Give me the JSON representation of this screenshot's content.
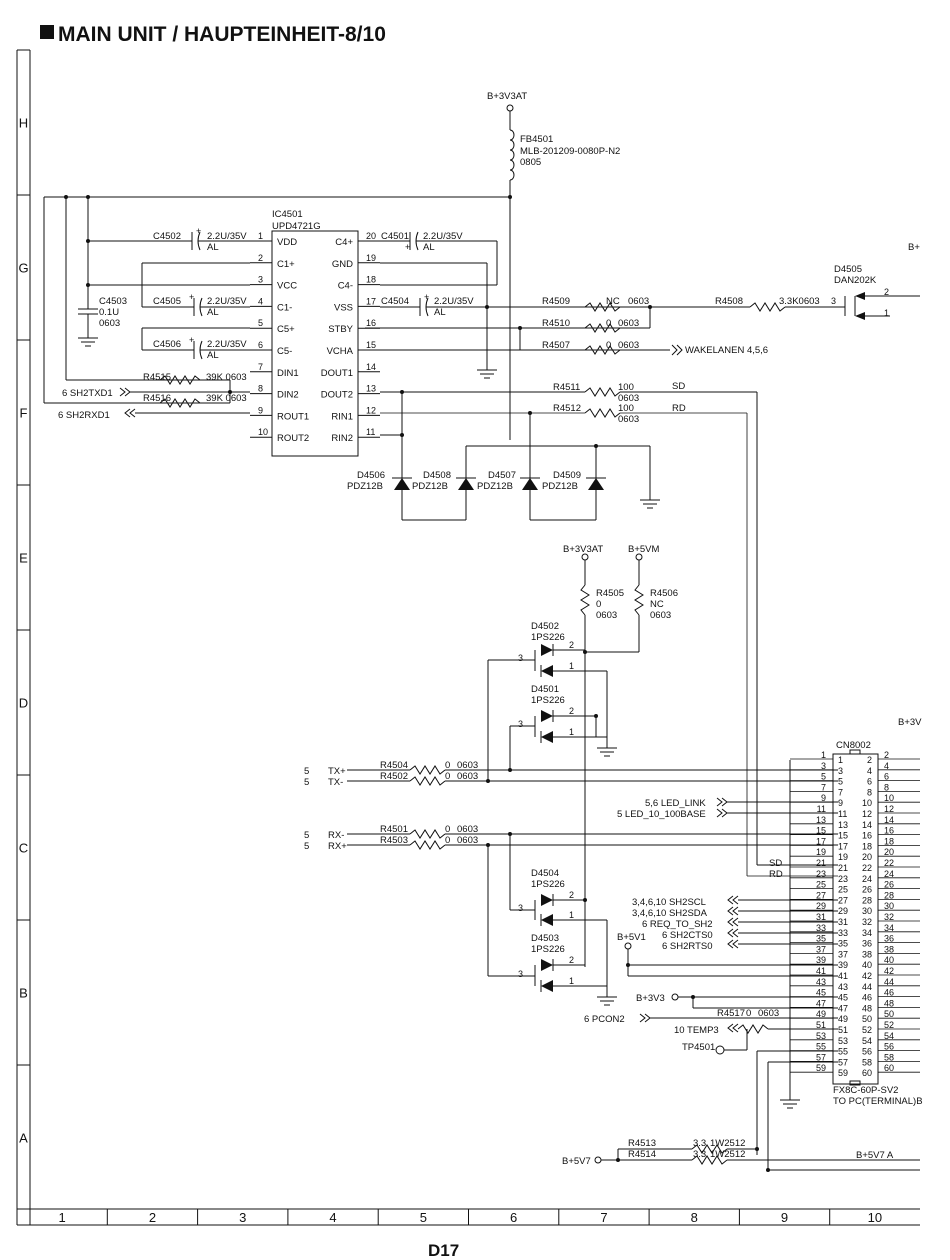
{
  "title": "MAIN UNIT / HAUPTEINHEIT-8/10",
  "page_label": "D17",
  "frame": {
    "rows": [
      "H",
      "G",
      "F",
      "E",
      "D",
      "C",
      "B",
      "A"
    ],
    "cols": [
      "1",
      "2",
      "3",
      "4",
      "5",
      "6",
      "7",
      "8",
      "9",
      "10"
    ]
  },
  "top_supply": "B+3V3AT",
  "fb": [
    "FB4501",
    "MLB-201209-0080P-N2",
    "0805"
  ],
  "ic": {
    "ref": "IC4501",
    "part": "UPD4721G",
    "left_pins": [
      {
        "num": "1",
        "name": "VDD"
      },
      {
        "num": "2",
        "name": "C1+"
      },
      {
        "num": "3",
        "name": "VCC"
      },
      {
        "num": "4",
        "name": "C1-"
      },
      {
        "num": "5",
        "name": "C5+"
      },
      {
        "num": "6",
        "name": "C5-"
      },
      {
        "num": "7",
        "name": "DIN1"
      },
      {
        "num": "8",
        "name": "DIN2"
      },
      {
        "num": "9",
        "name": "ROUT1"
      },
      {
        "num": "10",
        "name": "ROUT2"
      }
    ],
    "right_pins": [
      {
        "num": "20",
        "name": "C4+"
      },
      {
        "num": "19",
        "name": "GND"
      },
      {
        "num": "18",
        "name": "C4-"
      },
      {
        "num": "17",
        "name": "VSS"
      },
      {
        "num": "16",
        "name": "STBY"
      },
      {
        "num": "15",
        "name": "VCHA"
      },
      {
        "num": "14",
        "name": "DOUT1"
      },
      {
        "num": "13",
        "name": "DOUT2"
      },
      {
        "num": "12",
        "name": "RIN1"
      },
      {
        "num": "11",
        "name": "RIN2"
      }
    ]
  },
  "caps": {
    "c4502": [
      "C4502",
      "2.2U/35V",
      "AL"
    ],
    "c4503": [
      "C4503",
      "0.1U",
      "0603"
    ],
    "c4505": [
      "C4505",
      "2.2U/35V",
      "AL"
    ],
    "c4506": [
      "C4506",
      "2.2U/35V",
      "AL"
    ],
    "c4501": [
      "C4501",
      "2.2U/35V",
      "AL"
    ],
    "c4504": [
      "C4504",
      "2.2U/35V",
      "AL"
    ]
  },
  "resistors": {
    "r4515": [
      "R4515",
      "39K 0603"
    ],
    "r4516": [
      "R4516",
      "39K 0603"
    ],
    "r4509": [
      "R4509",
      "NC",
      "0603"
    ],
    "r4508": [
      "R4508",
      "3.3K0603"
    ],
    "r4510": [
      "R4510",
      "0",
      "0603"
    ],
    "r4507": [
      "R4507",
      "0",
      "0603"
    ],
    "r4511": [
      "R4511",
      "100",
      "0603"
    ],
    "r4512": [
      "R4512",
      "100",
      "0603"
    ],
    "r4505": [
      "R4505",
      "0",
      "0603"
    ],
    "r4506": [
      "R4506",
      "NC",
      "0603"
    ],
    "r4504": [
      "R4504",
      "0",
      "0603"
    ],
    "r4502": [
      "R4502",
      "0",
      "0603"
    ],
    "r4501": [
      "R4501",
      "0",
      "0603"
    ],
    "r4503": [
      "R4503",
      "0",
      "0603"
    ],
    "r4517": [
      "R4517",
      "0",
      "0603"
    ],
    "r4513": [
      "R4513",
      "3.3",
      "1W2512"
    ],
    "r4514": [
      "R4514",
      "3.3",
      "1W2512"
    ]
  },
  "diodes": {
    "d4505": [
      "D4505",
      "DAN202K"
    ],
    "d4506": [
      "D4506",
      "PDZ12B"
    ],
    "d4508": [
      "D4508",
      "PDZ12B"
    ],
    "d4507": [
      "D4507",
      "PDZ12B"
    ],
    "d4509": [
      "D4509",
      "PDZ12B"
    ],
    "d4502": [
      "D4502",
      "1PS226"
    ],
    "d4501": [
      "D4501",
      "1PS226"
    ],
    "d4504": [
      "D4504",
      "1PS226"
    ],
    "d4503": [
      "D4503",
      "1PS226"
    ]
  },
  "nets": {
    "wakelan": "WAKELANEN 4,5,6",
    "sh2txd1": "6  SH2TXD1",
    "sh2rxd1": "6  SH2RXD1",
    "sd": "SD",
    "rd": "RD",
    "b3v3at": "B+3V3AT",
    "b5vm": "B+5VM",
    "tx_plus": "TX+",
    "tx_minus": "TX-",
    "rx_minus": "RX-",
    "rx_plus": "RX+",
    "five": "5",
    "led_link": "5,6  LED_LINK",
    "led_100": "5  LED_10_100BASE",
    "sh2scl": "3,4,6,10  SH2SCL",
    "sh2sda": "3,4,6,10  SH2SDA",
    "req": "6  REQ_TO_SH2",
    "cts": "6  SH2CTS0",
    "rts": "6  SH2RTS0",
    "b5v1": "B+5V1",
    "b3v3": "B+3V3",
    "pcon2": "6  PCON2",
    "temp3": "10  TEMP3",
    "tp4501": "TP4501",
    "b5v7": "B+5V7",
    "b5v7a": "B+5V7  A",
    "bplus_a": "B+",
    "bplus_b": "B+3V"
  },
  "connector": {
    "ref": "CN8002",
    "part": "FX8C-60P-SV2",
    "note": "TO PC(TERMINAL)B",
    "rows": 30
  }
}
